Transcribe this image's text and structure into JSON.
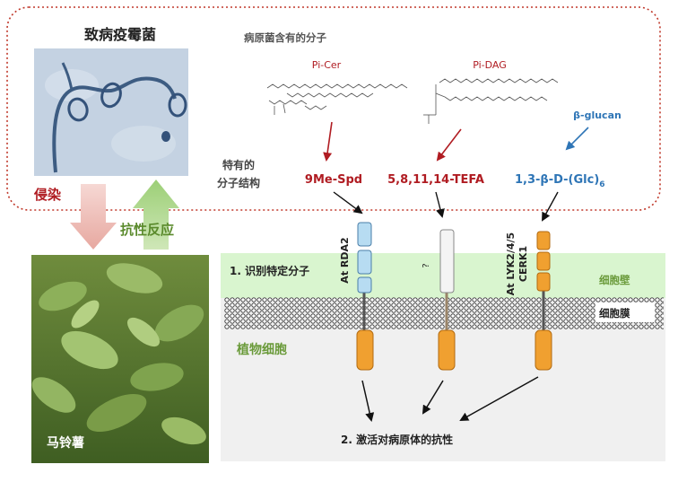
{
  "pathogen": {
    "title": "致病疫霉菌",
    "molecules_heading": "病原菌含有的分子",
    "pi_cer": "Pi-Cer",
    "pi_dag": "Pi-DAG",
    "beta_glucan": "β-glucan",
    "unique_structure_line1": "特有的",
    "unique_structure_line2": "分子结构",
    "structure_1": "9Me-Spd",
    "structure_2": "5,8,11,14-TEFA",
    "structure_3_main": "1,3-β-D-(Glc)",
    "structure_3_sub": "6"
  },
  "arrows": {
    "infection": "侵染",
    "resistance": "抗性反应"
  },
  "plant": {
    "label": "马铃薯",
    "cell_label": "植物细胞"
  },
  "cell": {
    "wall_label": "细胞壁",
    "membrane_label": "细胞膜",
    "step1": "1.  识别特定分子",
    "step2": "2.  激活对病原体的抗性"
  },
  "receptors": {
    "r1": "At RDA2",
    "r2": "?",
    "r3_line1": "At LYK2/4/5",
    "r3_line2": "CERK1"
  },
  "colors": {
    "pathogen_red": "#b01c22",
    "glucan_blue": "#2e75b6",
    "resistance_green": "#5a8a2c",
    "receptor_orange": "#f0a030",
    "receptor_blue": "#b7dcf2",
    "wall_green": "#d9f5cf"
  }
}
